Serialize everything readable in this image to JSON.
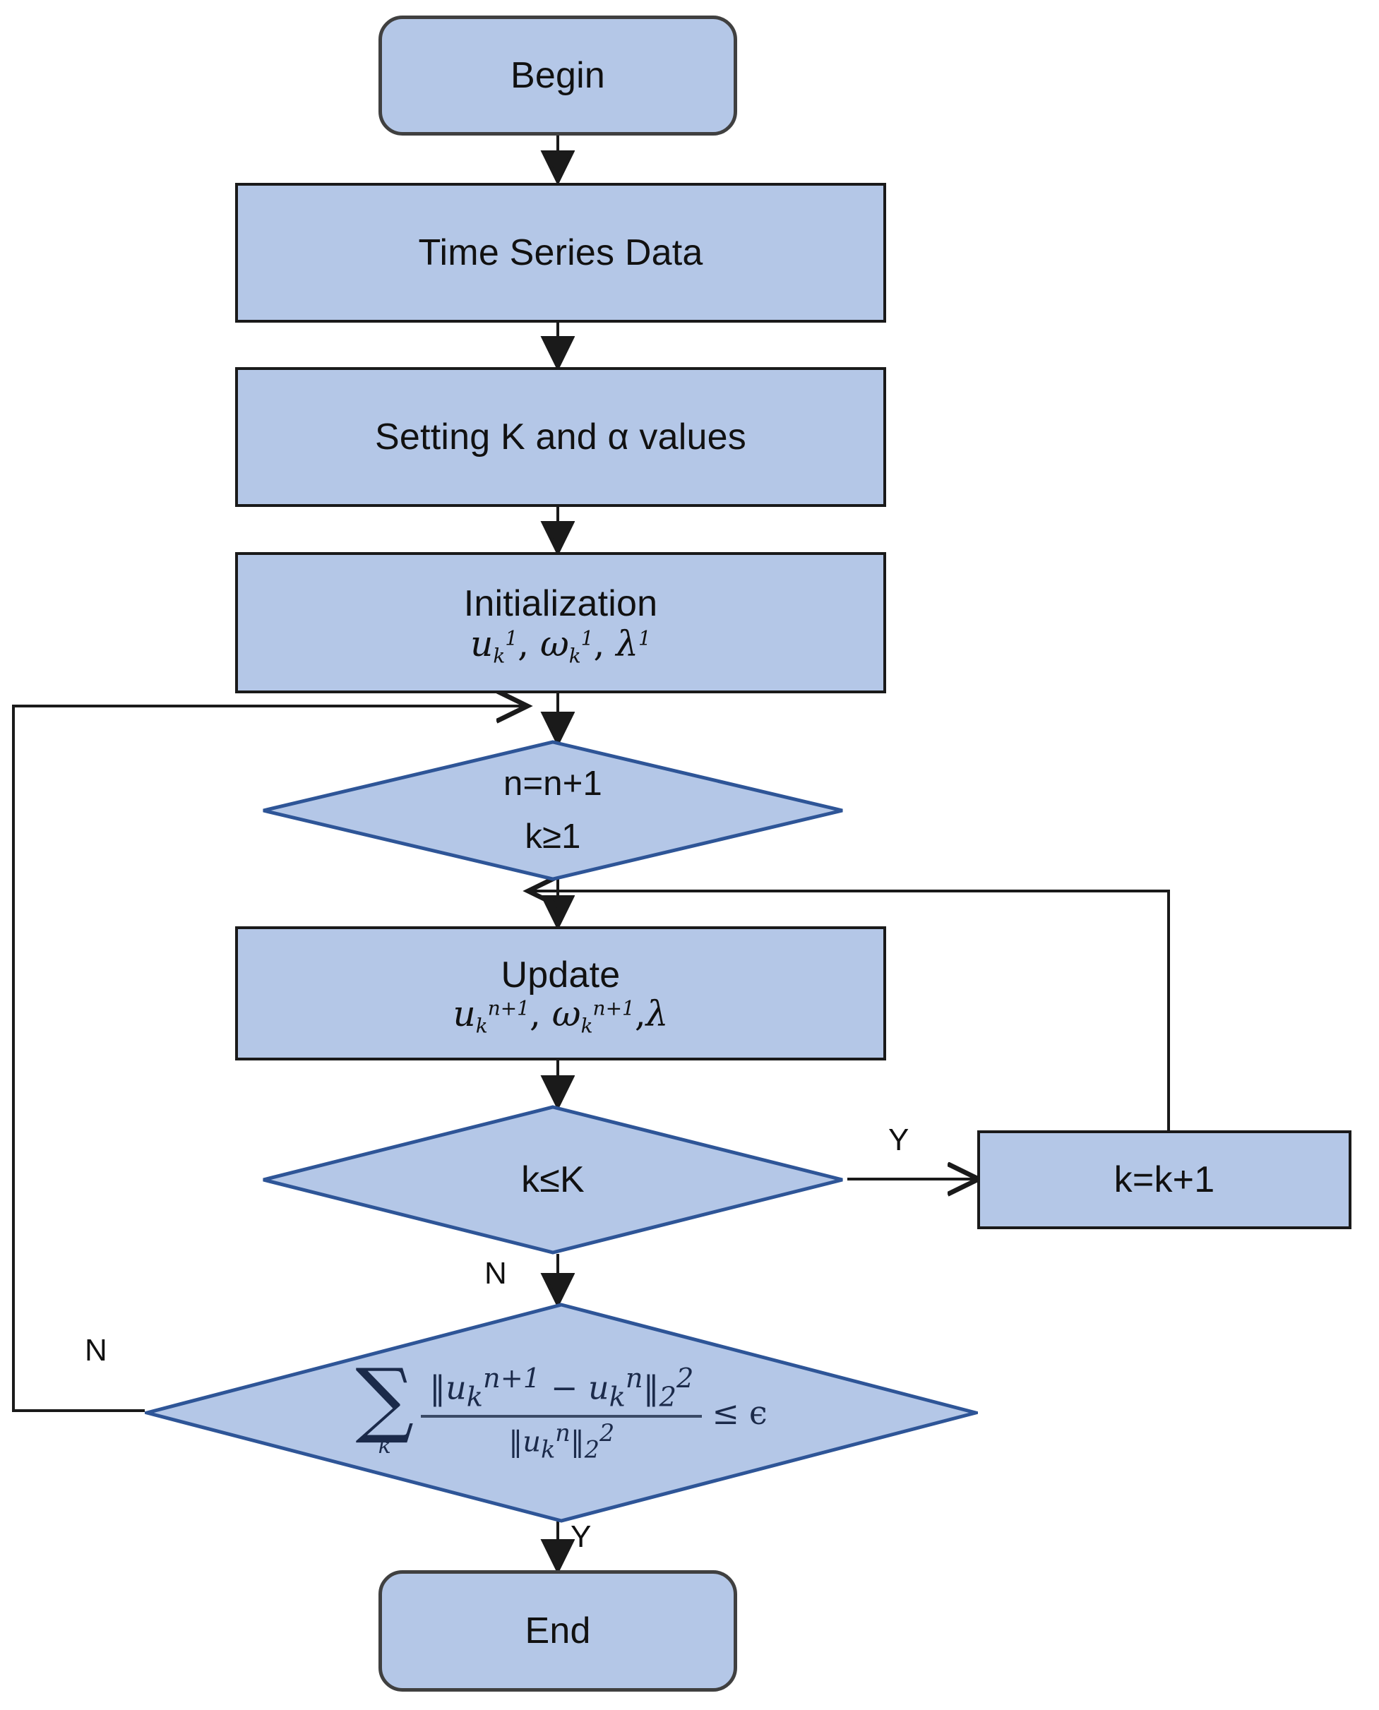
{
  "diagram": {
    "title": "Variational Mode Decomposition algorithm flowchart",
    "fill_color": "#b4c7e7",
    "process_border_color": "#1a1a1a",
    "decision_border_color": "#2e5597",
    "terminator_border_color": "#404040",
    "connector_color": "#1a1a1a",
    "text_color": "#111111"
  },
  "nodes": {
    "begin": {
      "label": "Begin",
      "shape": "terminator"
    },
    "time_series": {
      "label": "Time Series Data",
      "shape": "process"
    },
    "setting": {
      "label": "Setting K and α values",
      "shape": "process"
    },
    "initialization": {
      "label": "Initialization",
      "shape": "process",
      "formula_plain": "u_k^1, ω_k^1, λ^1",
      "formula_parts": {
        "u": "u",
        "u_sup": "1",
        "u_sub": "k",
        "omega": "ω",
        "omega_sup": "1",
        "omega_sub": "k",
        "lambda": "λ",
        "lambda_sup": "1",
        "sep1": ", ",
        "sep2": ", "
      }
    },
    "counter_decision": {
      "shape": "decision",
      "line1": "n=n+1",
      "line2": "k≥1"
    },
    "update": {
      "label": "Update",
      "shape": "process",
      "formula_plain": "u_k^{n+1}, ω_k^{n+1}, λ",
      "formula_parts": {
        "u": "u",
        "u_sup": "n+1",
        "u_sub": "k",
        "omega": "ω",
        "omega_sup": "n+1",
        "omega_sub": "k",
        "lambda": "λ",
        "sep1": ", ",
        "sep2": ","
      }
    },
    "k_check": {
      "shape": "decision",
      "label": "k≤K"
    },
    "k_increment": {
      "shape": "process",
      "label": "k=k+1"
    },
    "convergence": {
      "shape": "decision",
      "formula_plain": "∑_k ( ‖u_k^{n+1} − u_k^n‖²₂ / ‖u_k^n‖²₂ ) ≤ ϵ",
      "formula_parts": {
        "sigma": "∑",
        "sigma_index": "k",
        "numerator": "‖u_k^{n+1} − u_k^n‖²₂",
        "denominator": "‖u_k^n‖²₂",
        "relation": "≤",
        "epsilon": "ϵ",
        "norm_open": "‖",
        "norm_close": "‖",
        "u": "u",
        "minus": "−",
        "sup_n_plus_1": "n+1",
        "sup_n": "n",
        "sub_k": "k",
        "norm_sup": "2",
        "norm_sub": "2"
      }
    },
    "end": {
      "label": "End",
      "shape": "terminator"
    }
  },
  "edge_labels": {
    "k_check_yes": "Y",
    "k_check_no": "N",
    "convergence_no": "N",
    "convergence_yes": "Y"
  }
}
